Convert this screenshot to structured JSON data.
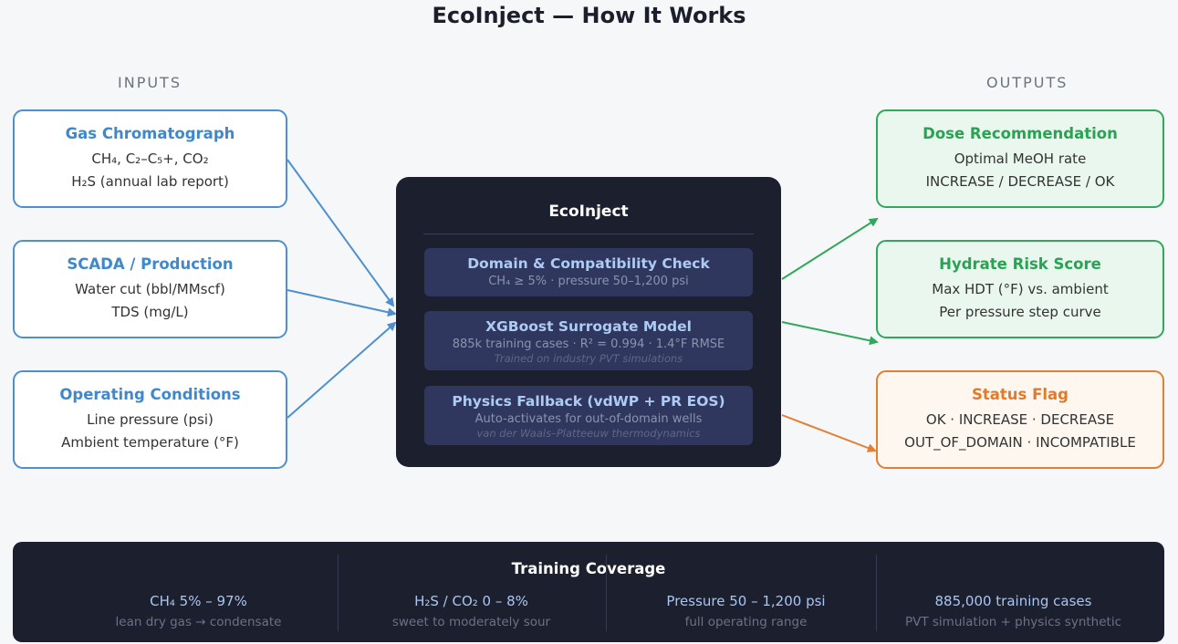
{
  "title": "EcoInject — How It Works",
  "inputs_label": "INPUTS",
  "outputs_label": "OUTPUTS",
  "inputs": [
    {
      "heading": "Gas Chromatograph",
      "lines": [
        "CH₄, C₂–C₅+, CO₂",
        "H₂S (annual lab report)"
      ]
    },
    {
      "heading": "SCADA / Production",
      "lines": [
        "Water cut (bbl/MMscf)",
        "TDS (mg/L)"
      ]
    },
    {
      "heading": "Operating Conditions",
      "lines": [
        "Line pressure (psi)",
        "Ambient temperature (°F)"
      ]
    }
  ],
  "core": {
    "title": "EcoInject",
    "steps": [
      {
        "heading": "Domain & Compatibility Check",
        "sub": "CH₄ ≥ 5% · pressure 50–1,200 psi",
        "note": ""
      },
      {
        "heading": "XGBoost Surrogate Model",
        "sub": "885k training cases · R² = 0.994 · 1.4°F RMSE",
        "note": "Trained on industry PVT simulations"
      },
      {
        "heading": "Physics Fallback (vdWP + PR EOS)",
        "sub": "Auto-activates for out-of-domain wells",
        "note": "van der Waals–Platteeuw thermodynamics"
      }
    ]
  },
  "outputs": [
    {
      "heading": "Dose Recommendation",
      "lines": [
        "Optimal MeOH rate",
        "INCREASE / DECREASE / OK"
      ]
    },
    {
      "heading": "Hydrate Risk Score",
      "lines": [
        "Max HDT (°F) vs. ambient",
        "Per pressure step curve"
      ]
    },
    {
      "heading": "Status Flag",
      "lines": [
        "OK · INCREASE · DECREASE",
        "OUT_OF_DOMAIN · INCOMPATIBLE"
      ]
    }
  ],
  "coverage": {
    "title": "Training Coverage",
    "items": [
      {
        "value": "CH₄ 5% – 97%",
        "sub": "lean dry gas → condensate"
      },
      {
        "value": "H₂S / CO₂ 0 – 8%",
        "sub": "sweet to moderately sour"
      },
      {
        "value": "Pressure 50 – 1,200 psi",
        "sub": "full operating range"
      },
      {
        "value": "885,000 training cases",
        "sub": "PVT simulation + physics synthetic"
      }
    ]
  },
  "colors": {
    "input_blue": "#4e90cf",
    "output_green": "#2fa85a",
    "status_orange": "#e47e31",
    "core_dark": "#1c1f2d"
  }
}
